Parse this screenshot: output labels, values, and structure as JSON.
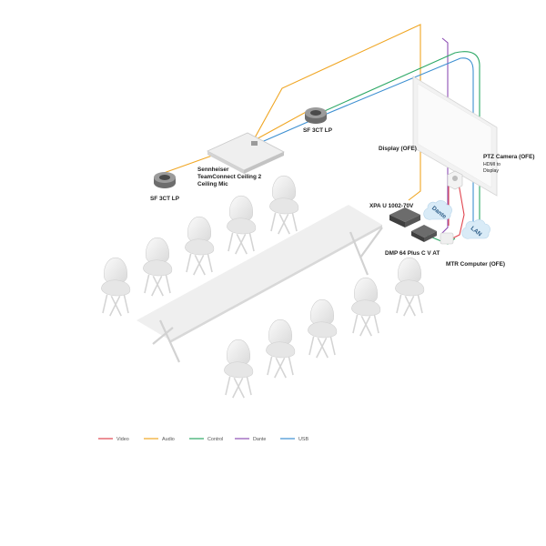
{
  "labels": {
    "speaker_left": "SF 3CT LP",
    "speaker_right": "SF 3CT LP",
    "ceiling_mic_line1": "Sennheiser",
    "ceiling_mic_line2": "TeamConnect Ceiling 2",
    "ceiling_mic_line3": "Ceiling Mic",
    "display": "Display (OFE)",
    "ptz_camera": "PTZ Camera (OFE)",
    "hdmi_line1": "HDMI to",
    "hdmi_line2": "Display",
    "amplifier": "XPA U 1002-70V",
    "dsp": "DMP 64 Plus C V AT",
    "computer": "MTR Computer (OFE)",
    "cloud_dante": "Dante",
    "cloud_lan": "LAN"
  },
  "legend": [
    {
      "label": "Video",
      "color": "#e0454f"
    },
    {
      "label": "Audio",
      "color": "#f0a623"
    },
    {
      "label": "Control",
      "color": "#2da866"
    },
    {
      "label": "Dante",
      "color": "#8e4fb5"
    },
    {
      "label": "USB",
      "color": "#3c8fd1"
    }
  ],
  "colors": {
    "video": "#e0454f",
    "audio": "#f0a623",
    "control": "#2da866",
    "dante": "#8e4fb5",
    "usb": "#3c8fd1"
  }
}
